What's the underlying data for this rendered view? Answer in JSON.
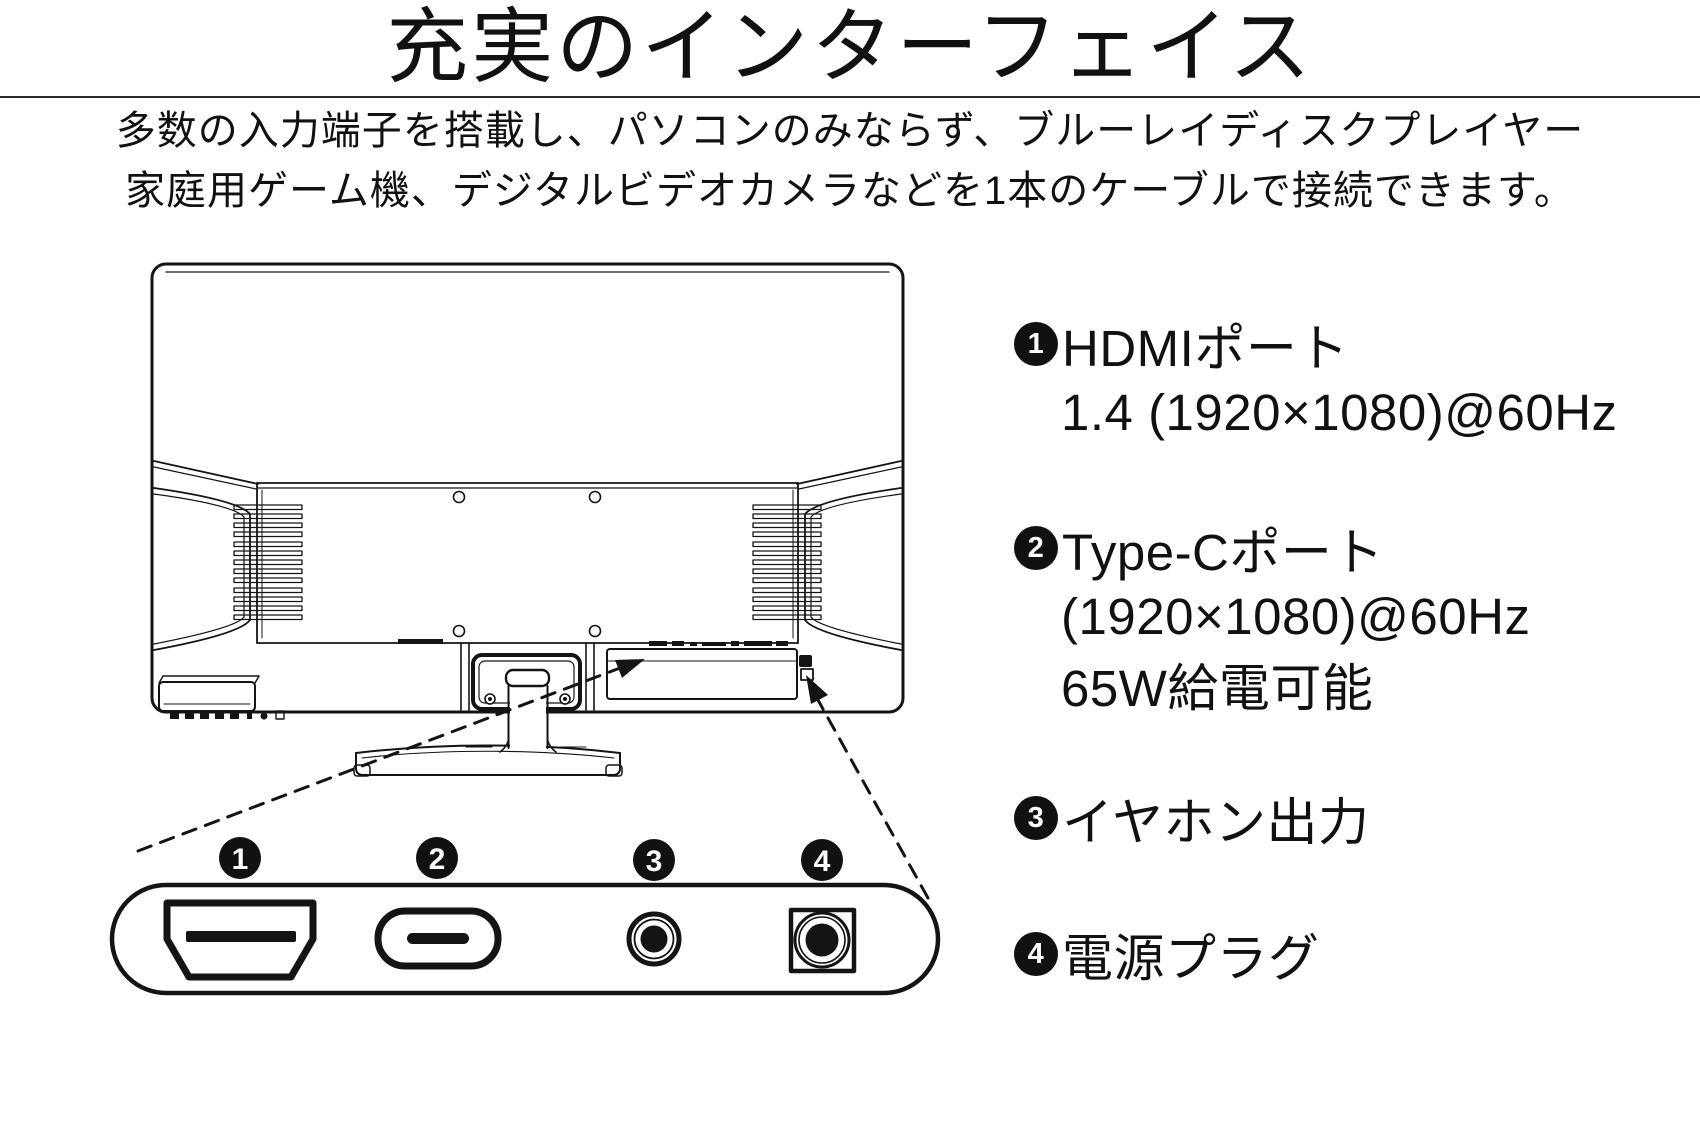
{
  "page": {
    "title": "充実のインターフェイス",
    "description_lines": [
      "多数の入力端子を搭載し、パソコンのみならず、ブルーレイディスクプレイヤー",
      "家庭用ゲーム機、デジタルビデオカメラなどを1本のケーブルで接続できます。"
    ]
  },
  "legend": {
    "items": [
      {
        "number": "1",
        "lines": [
          "HDMIポート",
          "1.4 (1920×1080)@60Hz"
        ]
      },
      {
        "number": "2",
        "lines": [
          "Type-Cポート",
          "(1920×1080)@60Hz",
          "65W給電可能"
        ]
      },
      {
        "number": "3",
        "lines": [
          "イヤホン出力"
        ]
      },
      {
        "number": "4",
        "lines": [
          "電源プラグ"
        ]
      }
    ]
  },
  "diagram": {
    "ports": [
      {
        "number": "1",
        "name": "HDMI"
      },
      {
        "number": "2",
        "name": "USB Type-C"
      },
      {
        "number": "3",
        "name": "earphone jack"
      },
      {
        "number": "4",
        "name": "power plug"
      }
    ]
  },
  "colors": {
    "ink": "#141414",
    "background": "#ffffff"
  }
}
